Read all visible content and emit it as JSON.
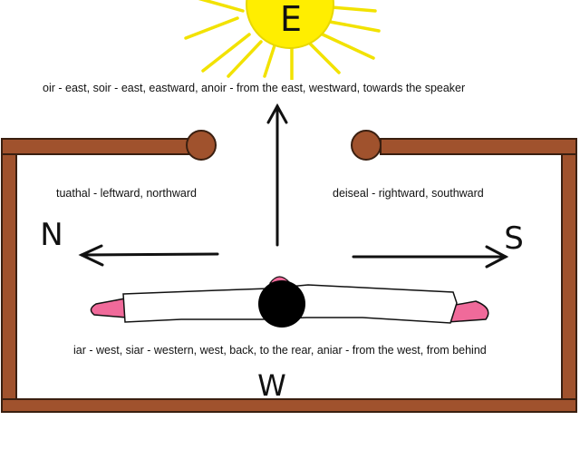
{
  "colors": {
    "sun": "#ffee00",
    "sun_rays": "#f2e200",
    "frame": "#a0522d",
    "frame_outline": "#3a1f10",
    "ink": "#111111",
    "head": "#000000",
    "hands_feet": "#f06a9a",
    "body": "#ffffff"
  },
  "compass": {
    "east_letter": "E",
    "north_letter": "N",
    "south_letter": "S",
    "west_letter": "W"
  },
  "labels": {
    "east": "oir -  east, soir - east, eastward, anoir - from the east, westward, towards the speaker",
    "north": "tuathal - leftward, northward",
    "south": "deiseal - rightward, southward",
    "west": "iar - west, siar - western, west, back, to the rear, aniar - from the west, from behind"
  },
  "icons": [
    "sun-icon",
    "arrow-up-icon",
    "arrow-left-icon",
    "arrow-right-icon",
    "lying-person-icon",
    "frame-knob-icon"
  ]
}
